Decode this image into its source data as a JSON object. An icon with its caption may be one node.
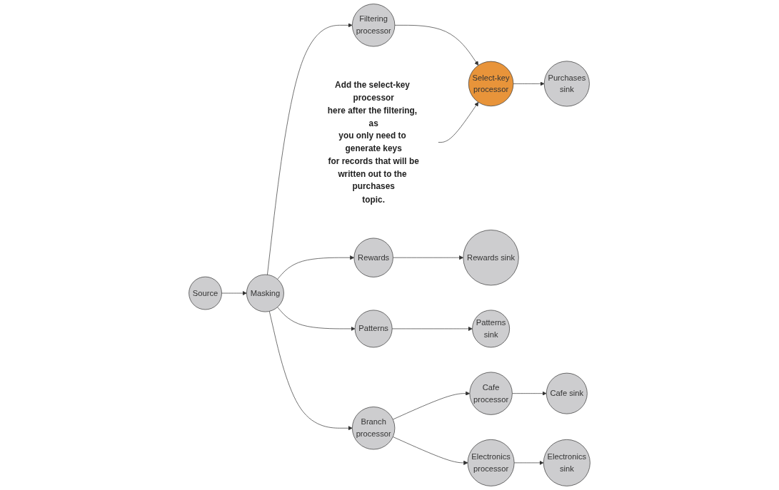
{
  "diagram": {
    "nodes": [
      {
        "text": [
          "Source"
        ]
      },
      {
        "text": [
          "Masking"
        ]
      },
      {
        "text": [
          "Filtering processor"
        ]
      },
      {
        "text": [
          "Select-key processor"
        ]
      },
      {
        "text": [
          "Purchases sink"
        ]
      },
      {
        "text": [
          "Rewards"
        ]
      },
      {
        "text": [
          "Rewards sink"
        ]
      },
      {
        "text": [
          "Patterns"
        ]
      },
      {
        "text": [
          "Patterns sink"
        ]
      },
      {
        "text": [
          "Branch processor"
        ]
      },
      {
        "text": [
          "Cafe processor"
        ]
      },
      {
        "text": [
          "Cafe sink"
        ]
      },
      {
        "text": [
          "Electronics processor"
        ]
      },
      {
        "text": [
          "Electronics sink"
        ]
      },
      {
        "text": [
          "Add the select-key processor here after the filtering, as you only need to generate keys for records that will be written out to the purchases topic."
        ]
      }
    ],
    "edges": [
      {
        "from": 0,
        "to": 1,
        "arrow": "to"
      },
      {
        "from": 1,
        "to": 2,
        "arrow": "to"
      },
      {
        "from": 2,
        "to": 3,
        "arrow": "to"
      },
      {
        "from": 3,
        "to": 4,
        "arrow": "to"
      },
      {
        "from": 1,
        "to": 5,
        "arrow": "to"
      },
      {
        "from": 5,
        "to": 6,
        "arrow": "to"
      },
      {
        "from": 1,
        "to": 7,
        "arrow": "to"
      },
      {
        "from": 7,
        "to": 8,
        "arrow": "to"
      },
      {
        "from": 1,
        "to": 9,
        "arrow": "to"
      },
      {
        "from": 9,
        "to": 10,
        "arrow": "to"
      },
      {
        "from": 10,
        "to": 11,
        "arrow": "to"
      },
      {
        "from": 9,
        "to": 12,
        "arrow": "to"
      },
      {
        "from": 12,
        "to": 13,
        "arrow": "to"
      },
      {
        "from": 14,
        "to": 3,
        "arrow": "to"
      }
    ]
  }
}
